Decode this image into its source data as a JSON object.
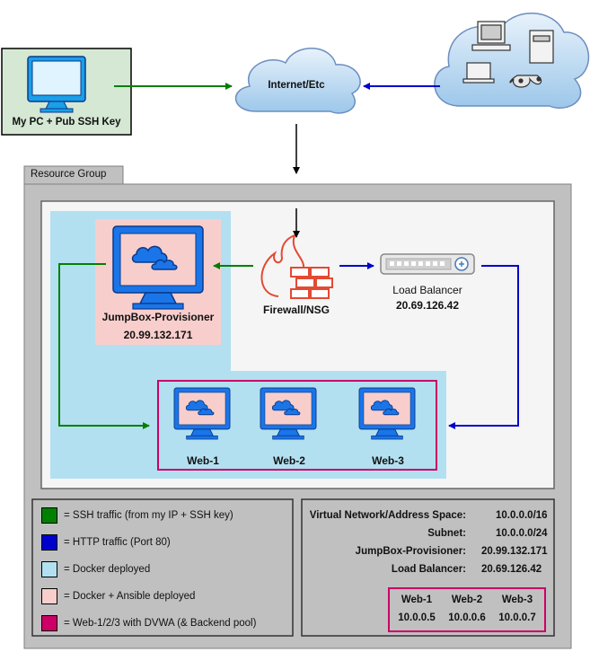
{
  "nodes": {
    "my_pc": "My PC + Pub SSH Key",
    "internet": "Internet/Etc",
    "firewall": "Firewall/NSG",
    "load_balancer": {
      "name": "Load Balancer",
      "ip": "20.69.126.42"
    },
    "jumpbox": {
      "name": "JumpBox-Provisioner",
      "ip": "20.99.132.171"
    },
    "web": [
      "Web-1",
      "Web-2",
      "Web-3"
    ]
  },
  "resource_group": "Resource Group",
  "legend": [
    {
      "color": "#008000",
      "label": "= SSH traffic (from my IP + SSH key)"
    },
    {
      "color": "#0000cc",
      "label": "= HTTP traffic (Port 80)"
    },
    {
      "color": "#b3e0f0",
      "label": "= Docker deployed"
    },
    {
      "color": "#f8cecc",
      "label": "= Docker + Ansible deployed"
    },
    {
      "color": "#cc0066",
      "label": "= Web-1/2/3 with DVWA (& Backend pool)"
    }
  ],
  "network_info": [
    {
      "key": "Virtual Network/Address Space:",
      "value": "10.0.0.0/16"
    },
    {
      "key": "Subnet:",
      "value": "10.0.0.0/24"
    },
    {
      "key": "JumpBox-Provisioner:",
      "value": "20.99.132.171"
    },
    {
      "key": "Load Balancer:",
      "value": "20.69.126.42"
    }
  ],
  "web_ips": {
    "headers": [
      "Web-1",
      "Web-2",
      "Web-3"
    ],
    "values": [
      "10.0.0.5",
      "10.0.0.6",
      "10.0.0.7"
    ]
  },
  "colors": {
    "ssh": "#008000",
    "http": "#0000cc",
    "docker": "#b3e0f0",
    "ansible": "#f8cecc",
    "dvwa": "#cc0066",
    "monitor": "#1a75e8"
  }
}
